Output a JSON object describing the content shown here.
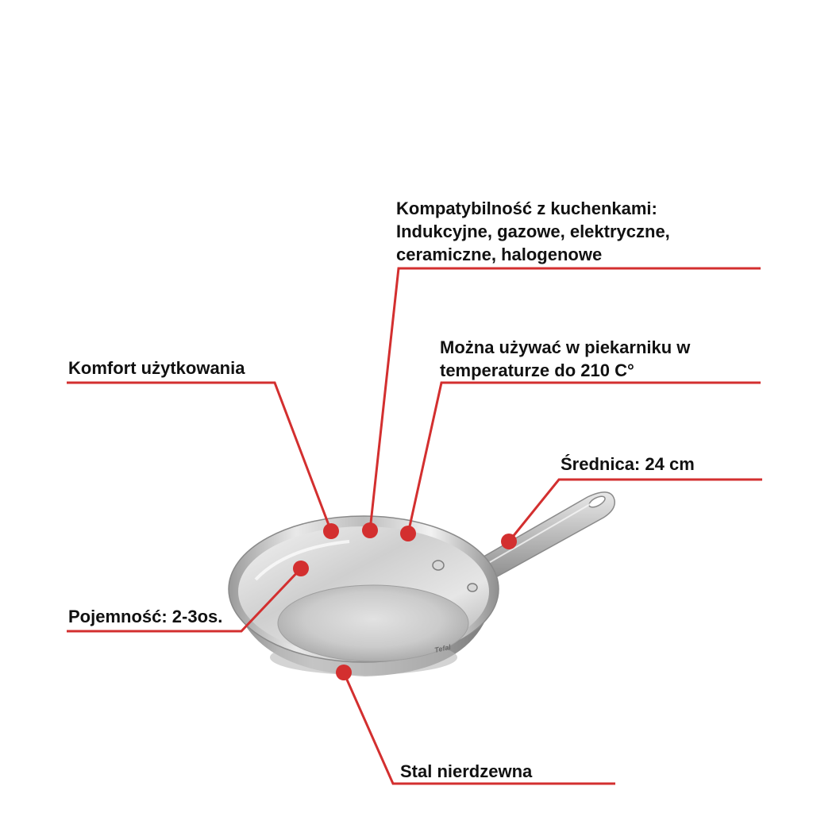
{
  "accent_color": "#d32f2f",
  "product": {
    "brand_mark": "Tefal",
    "image_icon": "frying-pan-icon"
  },
  "callouts": {
    "compatibility": {
      "lines": [
        "Kompatybilność z kuchenkami:",
        "Indukcyjne, gazowe, elektryczne,",
        "ceramiczne, halogenowe"
      ]
    },
    "oven": {
      "lines": [
        "Można używać w piekarniku w",
        "temperaturze do 210 C°"
      ]
    },
    "comfort": {
      "lines": [
        "Komfort użytkowania"
      ]
    },
    "diameter": {
      "lines": [
        "Średnica: 24 cm"
      ]
    },
    "capacity": {
      "lines": [
        "Pojemność: 2-3os."
      ]
    },
    "material": {
      "lines": [
        "Stal nierdzewna"
      ]
    }
  }
}
